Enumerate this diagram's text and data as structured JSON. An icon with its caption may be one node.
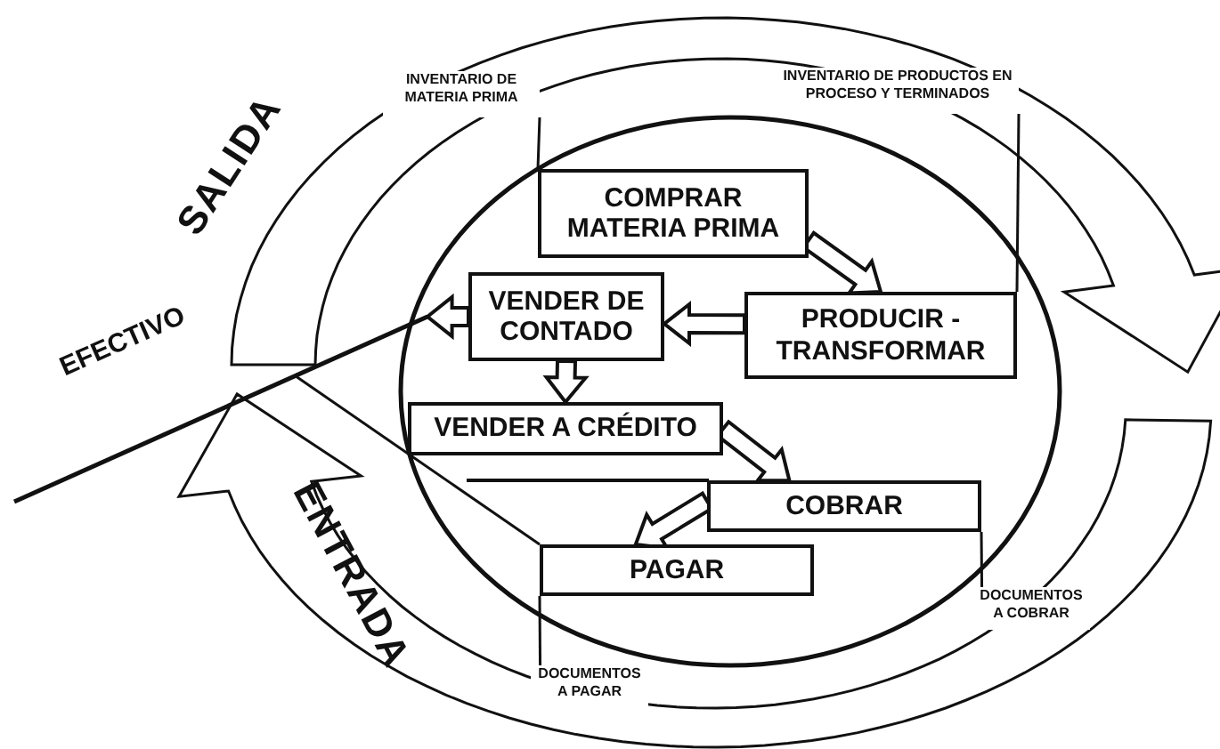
{
  "diagram": {
    "nodes": [
      {
        "text": [
          "COMPRAR MATERIA PRIMA"
        ]
      },
      {
        "text": [
          "PRODUCIR - TRANSFORMAR"
        ]
      },
      {
        "text": [
          "VENDER DE CONTADO"
        ]
      },
      {
        "text": [
          "VENDER A CRÉDITO"
        ]
      },
      {
        "text": [
          "COBRAR"
        ]
      },
      {
        "text": [
          "PAGAR"
        ]
      },
      {
        "text": [
          "EFECTIVO"
        ]
      },
      {
        "text": [
          "INVENTARIO DE MATERIA PRIMA"
        ]
      },
      {
        "text": [
          "INVENTARIO DE PRODUCTOS EN PROCESO Y TERMINADOS"
        ]
      },
      {
        "text": [
          "DOCUMENTOS A COBRAR"
        ]
      },
      {
        "text": [
          "DOCUMENTOS A PAGAR"
        ]
      }
    ],
    "edges": [
      {
        "from": 0,
        "to": 1,
        "arrow": "to"
      },
      {
        "from": 1,
        "to": 2,
        "arrow": "to"
      },
      {
        "from": 2,
        "to": 3,
        "arrow": "to"
      },
      {
        "from": 3,
        "to": 4,
        "arrow": "to"
      },
      {
        "from": 4,
        "to": 5,
        "arrow": "to"
      },
      {
        "from": 2,
        "to": 6,
        "arrow": "to"
      },
      {
        "from": 6,
        "to": 5,
        "arrow": "none"
      },
      {
        "from": 7,
        "to": 0,
        "arrow": "none"
      },
      {
        "from": 8,
        "to": 1,
        "arrow": "none"
      },
      {
        "from": 9,
        "to": 4,
        "arrow": "none"
      },
      {
        "from": 10,
        "to": 5,
        "arrow": "none"
      }
    ],
    "labels": [
      "SALIDA",
      "ENTRADA"
    ]
  }
}
